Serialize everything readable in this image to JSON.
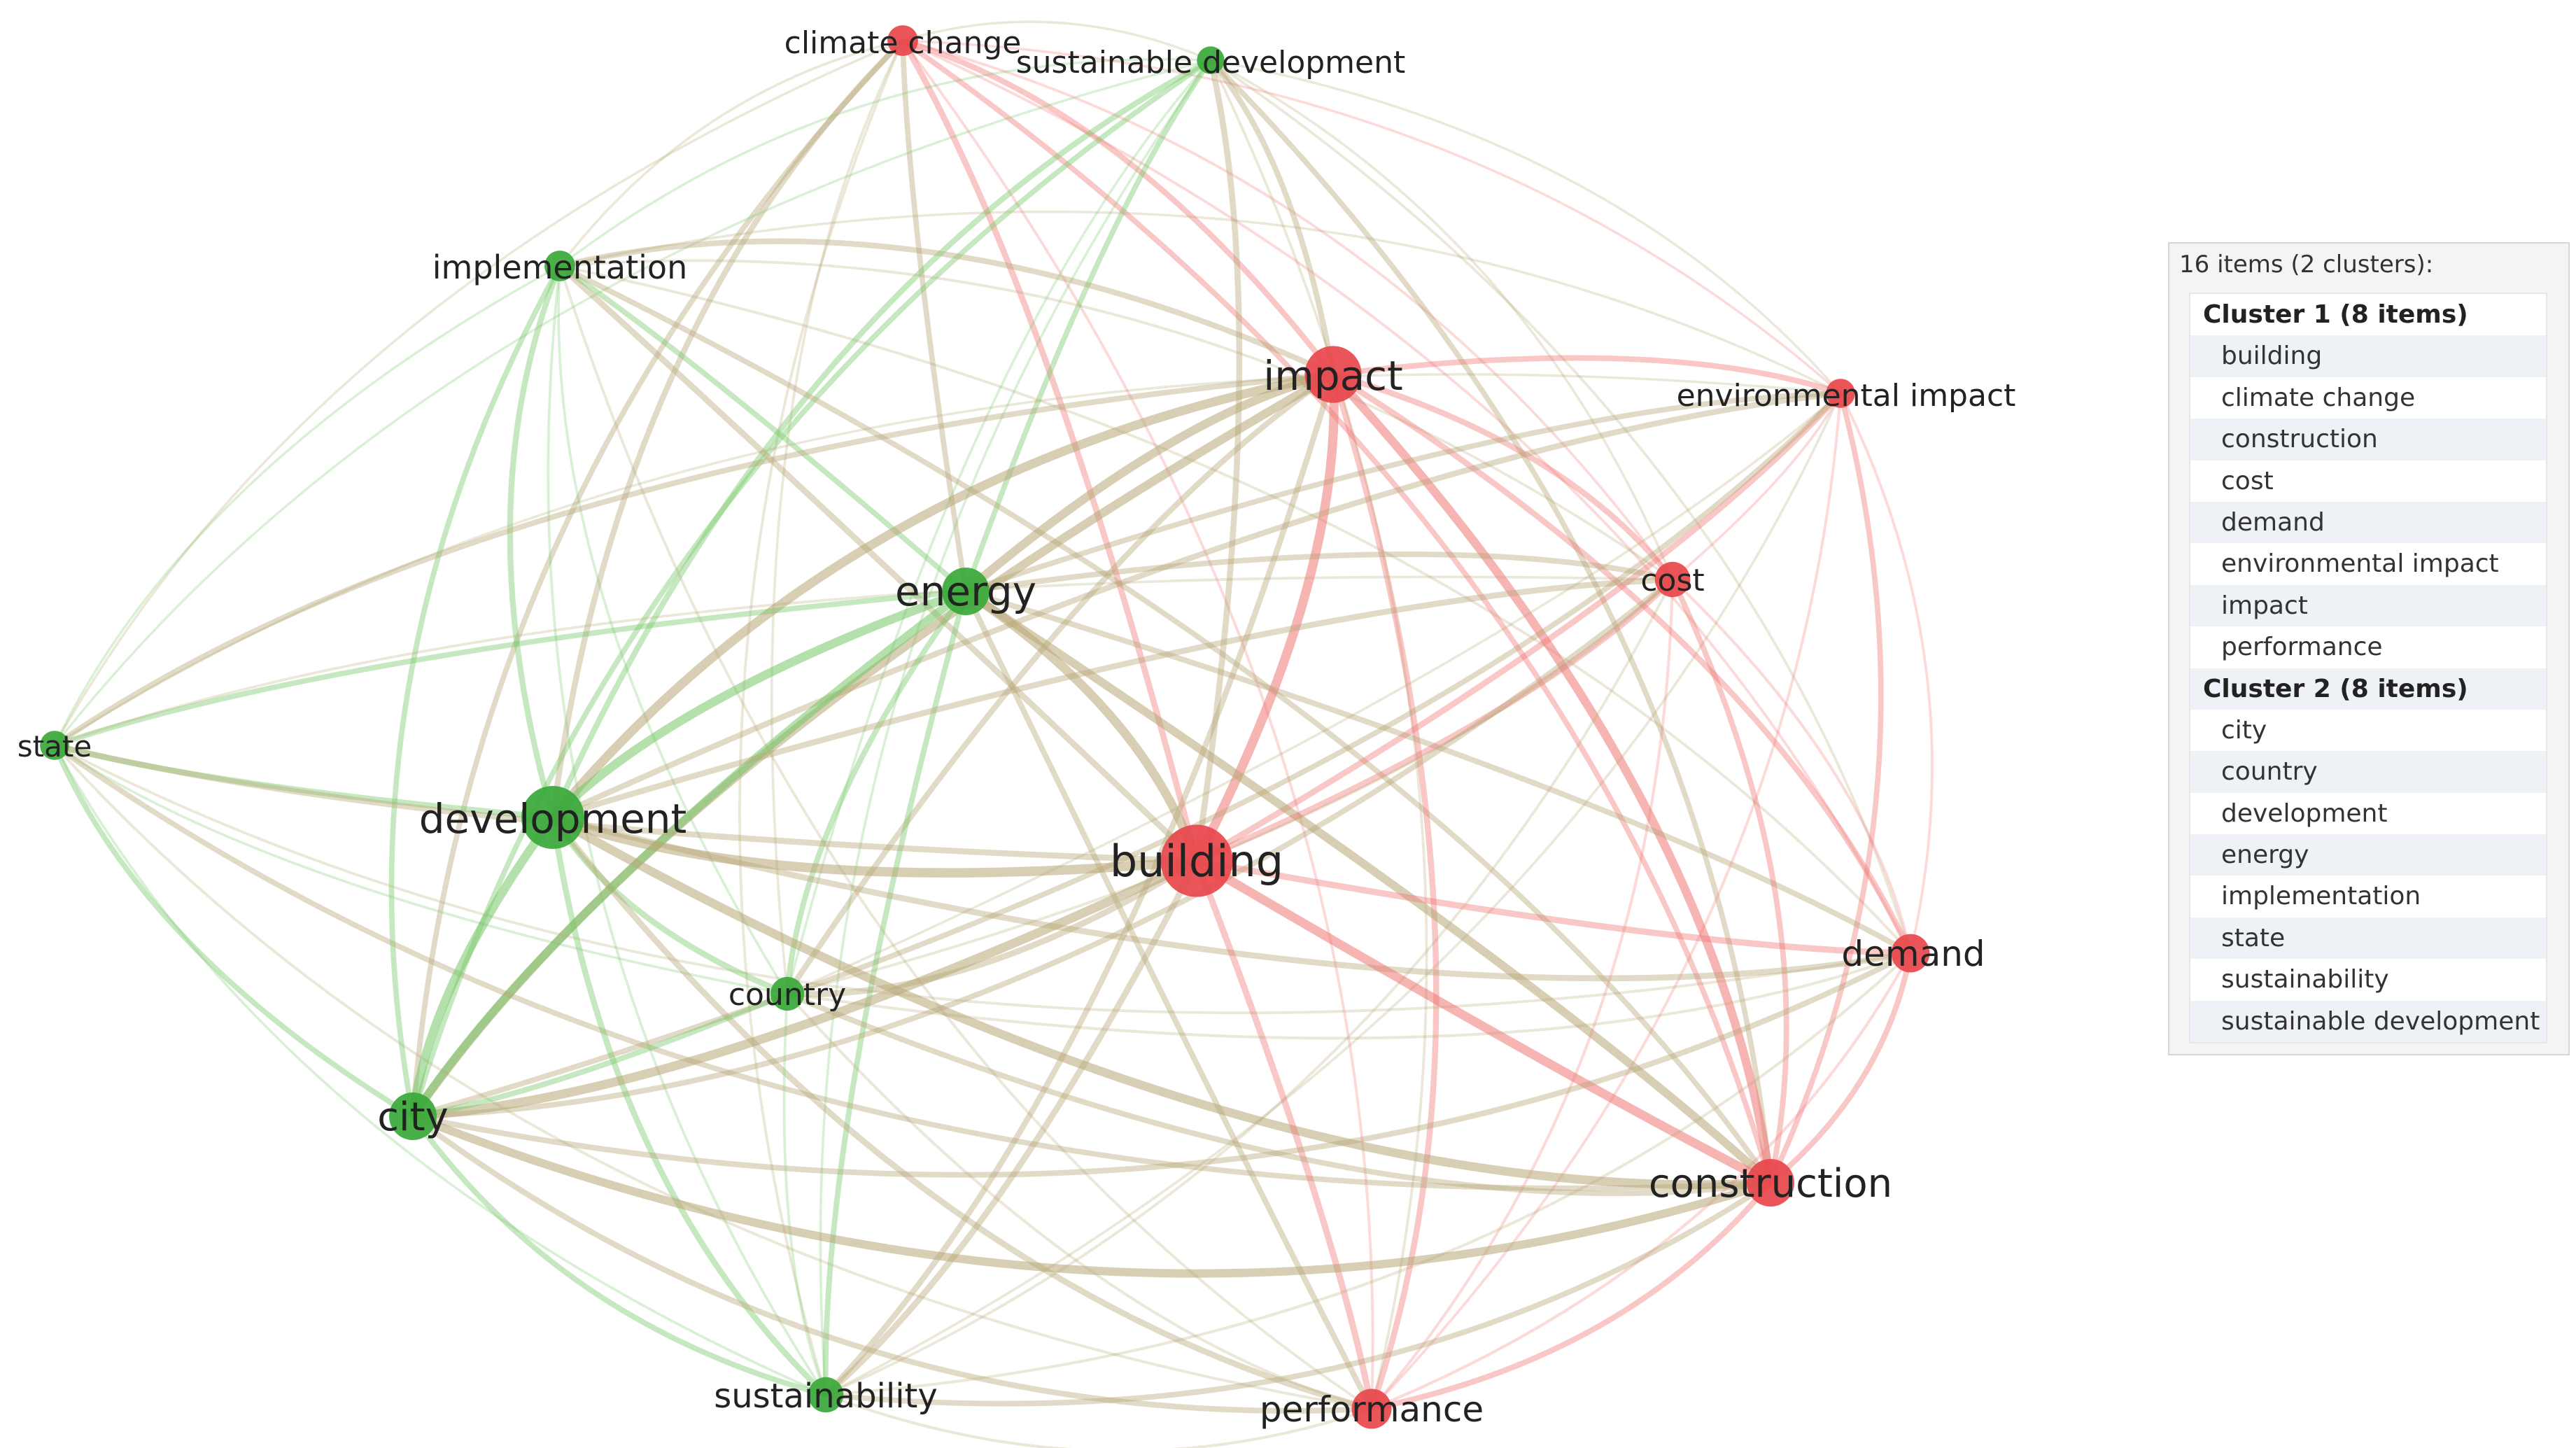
{
  "network": {
    "nodes": [
      {
        "id": "climate_change",
        "label": "climate change",
        "cluster": 1,
        "weight": 0.9
      },
      {
        "id": "sustainable_development",
        "label": "sustainable development",
        "cluster": 2,
        "weight": 0.7
      },
      {
        "id": "implementation",
        "label": "implementation",
        "cluster": 2,
        "weight": 0.9
      },
      {
        "id": "impact",
        "label": "impact",
        "cluster": 1,
        "weight": 2.6
      },
      {
        "id": "environmental_impact",
        "label": "environmental impact",
        "cluster": 1,
        "weight": 0.8
      },
      {
        "id": "energy",
        "label": "energy",
        "cluster": 2,
        "weight": 2.0
      },
      {
        "id": "cost",
        "label": "cost",
        "cluster": 1,
        "weight": 1.2
      },
      {
        "id": "state",
        "label": "state",
        "cluster": 2,
        "weight": 0.8
      },
      {
        "id": "development",
        "label": "development",
        "cluster": 2,
        "weight": 3.0
      },
      {
        "id": "building",
        "label": "building",
        "cluster": 1,
        "weight": 3.6
      },
      {
        "id": "demand",
        "label": "demand",
        "cluster": 1,
        "weight": 1.4
      },
      {
        "id": "country",
        "label": "country",
        "cluster": 2,
        "weight": 1.1
      },
      {
        "id": "city",
        "label": "city",
        "cluster": 2,
        "weight": 2.0
      },
      {
        "id": "construction",
        "label": "construction",
        "cluster": 1,
        "weight": 2.0
      },
      {
        "id": "sustainability",
        "label": "sustainability",
        "cluster": 2,
        "weight": 1.2
      },
      {
        "id": "performance",
        "label": "performance",
        "cluster": 1,
        "weight": 1.5
      }
    ],
    "colors": {
      "cluster_1": "#e8474c",
      "cluster_2": "#3aa83a",
      "link_1": "#ef7a76",
      "link_2": "#78c86a",
      "link_mixed": "#b8a878"
    }
  },
  "legend": {
    "title": "16 items (2 clusters):",
    "clusters": [
      {
        "header": "Cluster 1 (8 items)",
        "items": [
          "building",
          "climate change",
          "construction",
          "cost",
          "demand",
          "environmental impact",
          "impact",
          "performance"
        ]
      },
      {
        "header": "Cluster 2 (8 items)",
        "items": [
          "city",
          "country",
          "development",
          "energy",
          "implementation",
          "state",
          "sustainability",
          "sustainable development"
        ]
      }
    ]
  }
}
